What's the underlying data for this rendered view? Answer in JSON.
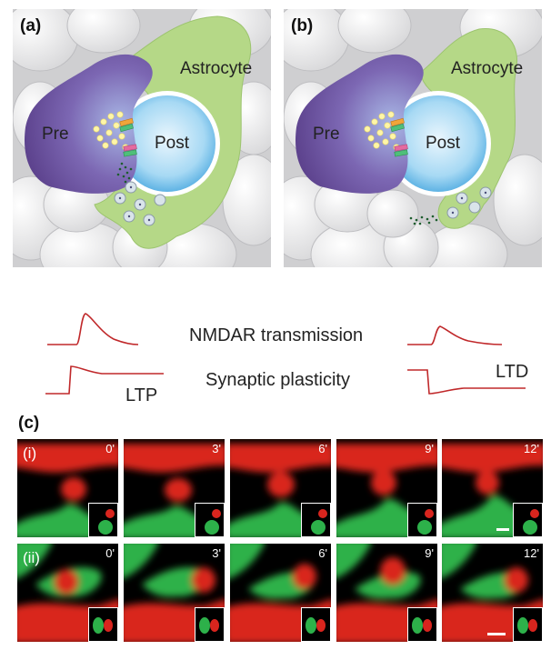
{
  "panel_a": {
    "label": "(a)",
    "pre": "Pre",
    "post": "Post",
    "astrocyte": "Astrocyte"
  },
  "panel_b": {
    "label": "(b)",
    "pre": "Pre",
    "post": "Post",
    "astrocyte": "Astrocyte"
  },
  "traces": {
    "nmdar": "NMDAR transmission",
    "plasticity": "Synaptic plasticity",
    "ltp": "LTP",
    "ltd": "LTD",
    "trace_color": "#c0282a"
  },
  "panel_c": {
    "label": "(c)",
    "rows": [
      {
        "label": "(i)",
        "times": [
          "0'",
          "3'",
          "6'",
          "9'",
          "12'"
        ]
      },
      {
        "label": "(ii)",
        "times": [
          "0'",
          "3'",
          "6'",
          "9'",
          "12'"
        ]
      }
    ]
  },
  "colors": {
    "neuron_red": "#d9251e",
    "astro_green": "#2db14a",
    "post_blue": "#9fd3f0",
    "pre_purple": "#6b4a9a",
    "astro_light": "#b8d98a"
  }
}
